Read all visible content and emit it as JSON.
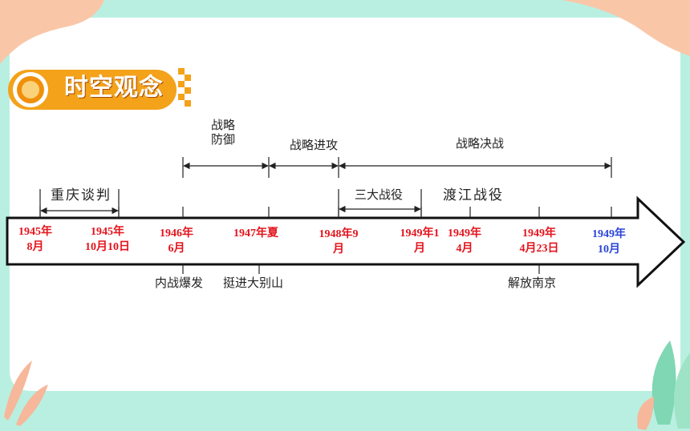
{
  "header": {
    "title": "时空观念"
  },
  "colors": {
    "date_red": "#e3141c",
    "date_blue": "#2b45d8",
    "badge_orange": "#f3a21a",
    "frame_teal": "#b9efe1",
    "corner_peach": "#f9c7a8"
  },
  "phases": {
    "defense": {
      "line1": "战略",
      "line2": "防御"
    },
    "offense": "战略进攻",
    "decisive": "战略决战"
  },
  "events": {
    "chongqing": "重庆谈判",
    "three_campaigns": "三大战役",
    "crossing_river": "渡江战役",
    "civil_war": "内战爆发",
    "dabie": "挺进大别山",
    "nanjing": "解放南京"
  },
  "dates": [
    {
      "id": "d1",
      "line1": "1945年",
      "line2": "8月",
      "color": "red"
    },
    {
      "id": "d2",
      "line1": "1945年",
      "line2": "10月10日",
      "color": "red"
    },
    {
      "id": "d3",
      "line1": "1946年",
      "line2": "6月",
      "color": "red"
    },
    {
      "id": "d4",
      "line1": "1947年夏",
      "line2": "",
      "color": "red"
    },
    {
      "id": "d5",
      "line1": "1948年9",
      "line2": "月",
      "color": "red"
    },
    {
      "id": "d6",
      "line1": "1949年1",
      "line2": "月",
      "color": "red"
    },
    {
      "id": "d7",
      "line1": "1949年",
      "line2": "4月",
      "color": "red"
    },
    {
      "id": "d8",
      "line1": "1949年",
      "line2": "4月23日",
      "color": "red"
    },
    {
      "id": "d9",
      "line1": "1949年",
      "line2": "10月",
      "color": "blue"
    }
  ]
}
